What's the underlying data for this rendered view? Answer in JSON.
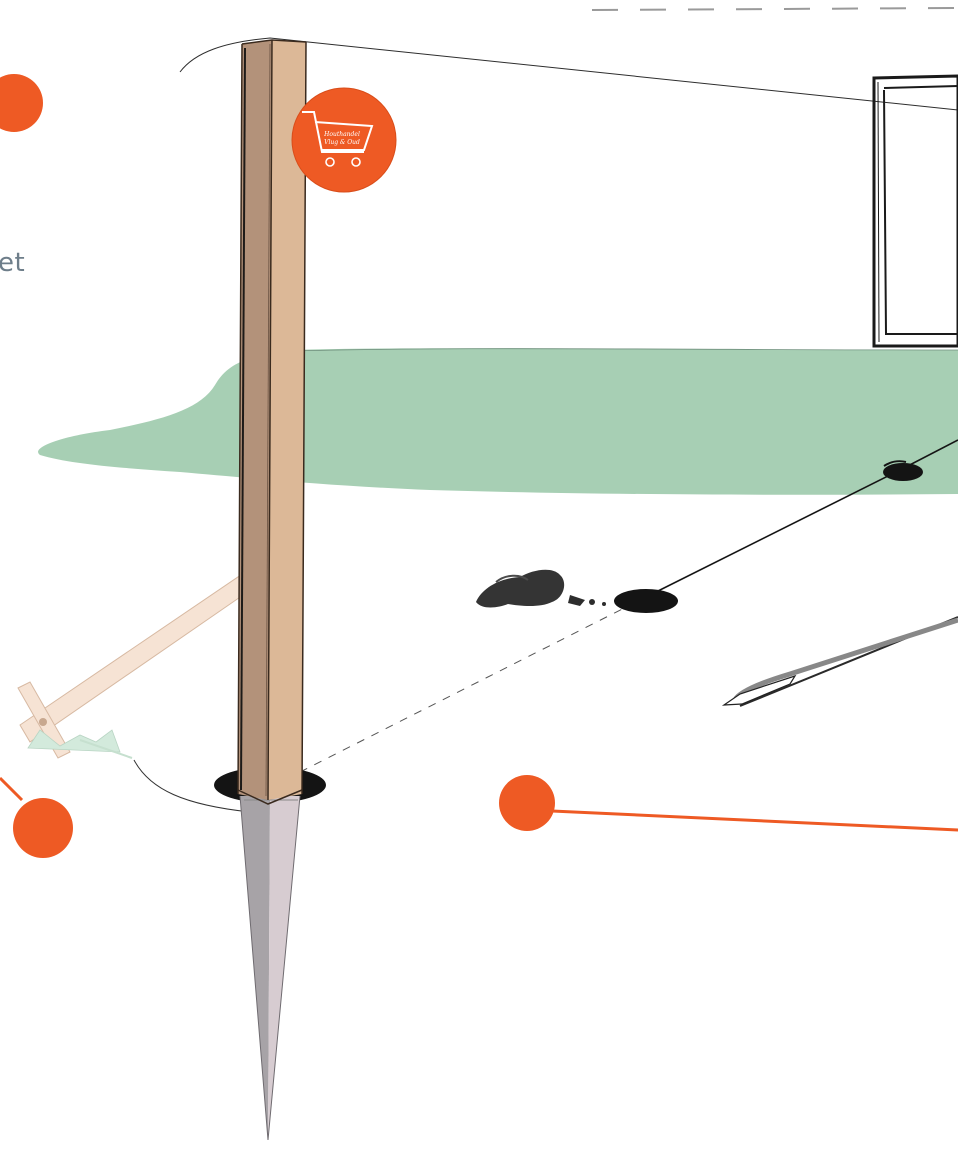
{
  "diagram": {
    "partial_text": "et",
    "badge_text_line1": "Houthandel",
    "badge_text_line2": "Vlug & Oud",
    "colors": {
      "accent": "#ee5a24",
      "grass": "#a7cfb4",
      "post_dark": "#b3927a",
      "post_light": "#dcb897",
      "spike_dark": "#a7a3a7",
      "spike_light": "#d7ccd1",
      "brace": "#f6e3d4",
      "hole": "#141414",
      "stone": "#333333",
      "label_text": "#6e7e8a"
    }
  }
}
